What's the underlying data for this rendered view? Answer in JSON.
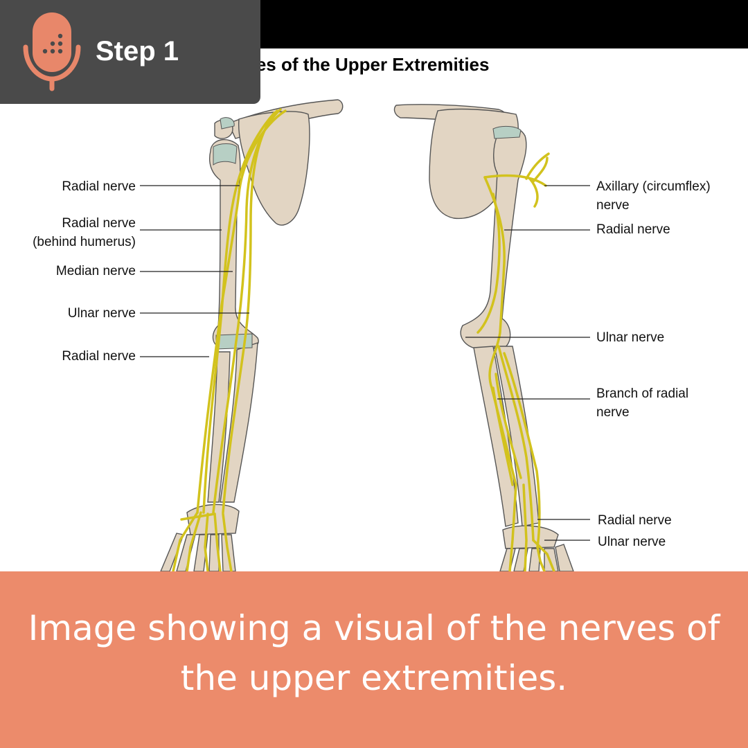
{
  "badge": {
    "label": "Step 1",
    "icon": "microphone-icon",
    "icon_color": "#e8876a"
  },
  "diagram": {
    "title": "Nerves of the Upper Extremities",
    "left_labels": [
      "Radial nerve",
      "Radial nerve",
      "(behind humerus)",
      "Median nerve",
      "Ulnar nerve",
      "Radial nerve"
    ],
    "right_labels": [
      "Axillary (circumflex)",
      "nerve",
      "Radial nerve",
      "Ulnar nerve",
      "Branch of radial",
      "nerve",
      "Radial nerve",
      "Ulnar nerve"
    ]
  },
  "caption": {
    "text": "Image showing a visual of the nerves of the upper extremities."
  },
  "colors": {
    "top_bar": "#000000",
    "badge_bg": "#4a4a4a",
    "caption_bg": "#ec8b6b",
    "bone": "#e2d5c3",
    "cartilage": "#b7cfc4",
    "nerve": "#d2c21d"
  }
}
